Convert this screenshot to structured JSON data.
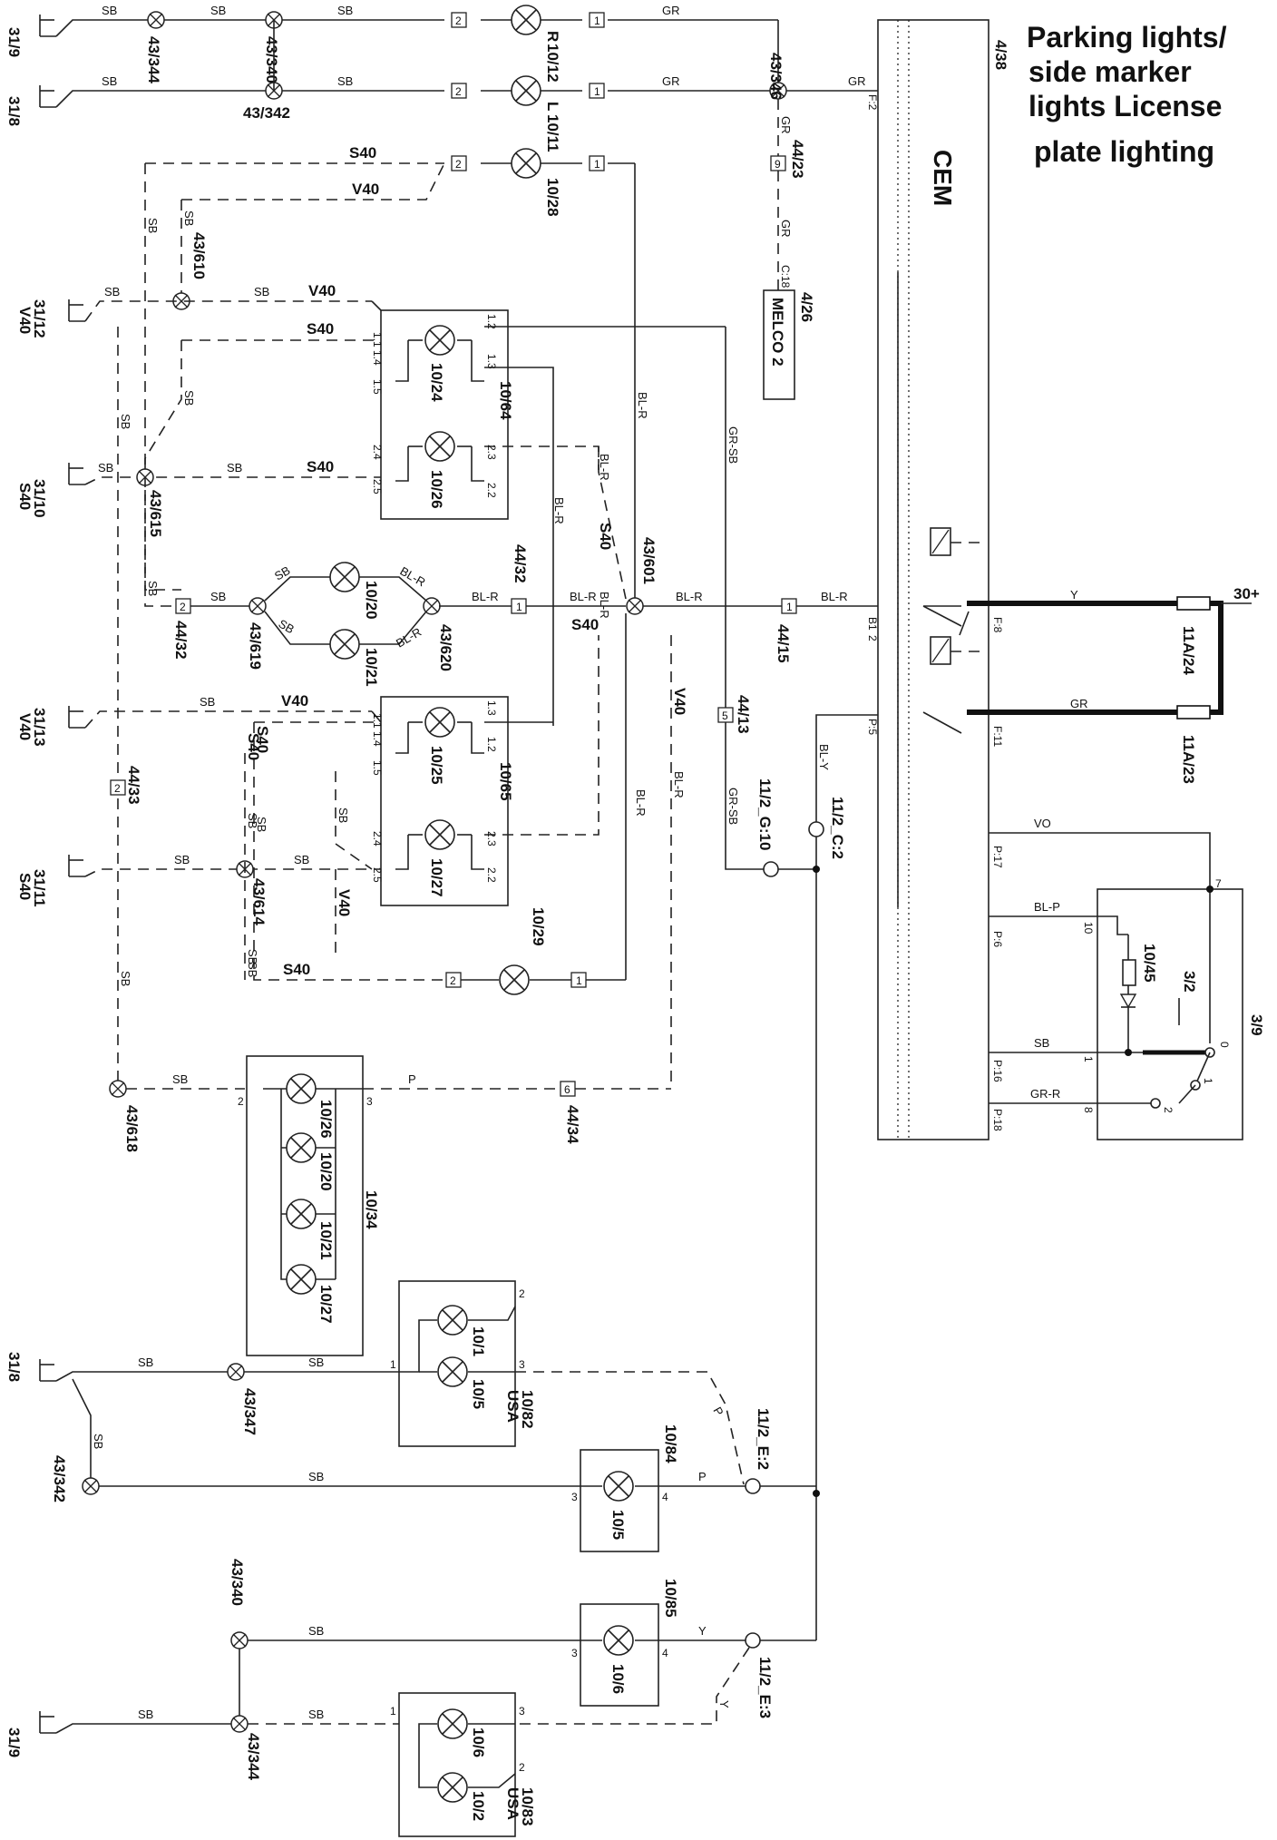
{
  "title_lines": [
    "Parking lights/",
    "side marker",
    "lights License",
    "plate lighting"
  ],
  "cem": {
    "name": "CEM",
    "ref": "4/38"
  },
  "melco": {
    "name": "MELCO 2",
    "ref": "4/26"
  },
  "supply": "30+",
  "switch": "3/2",
  "switch_box": "3/9",
  "led": "10/45",
  "fuses": [
    "11A/24",
    "11A/23"
  ],
  "grounds": [
    "31/9",
    "31/8",
    "31/12",
    "31/10",
    "31/13",
    "31/11",
    "31/8",
    "31/9"
  ],
  "ground_models": [
    "V40",
    "S40",
    "V40",
    "S40"
  ],
  "splices": [
    "43/344",
    "43/340",
    "43/342",
    "43/346",
    "43/610",
    "43/615",
    "43/619",
    "43/620",
    "43/601",
    "43/614",
    "43/618",
    "43/347",
    "43/342",
    "43/340",
    "43/344"
  ],
  "connectors": [
    "44/23",
    "44/32",
    "44/32",
    "44/15",
    "44/13",
    "44/33",
    "44/34",
    "11/2_G:10",
    "11/2_C:2",
    "11/2_E:2",
    "11/2_E:3"
  ],
  "lamps": [
    "10/12",
    "10/11",
    "10/28",
    "10/24",
    "10/26",
    "10/20",
    "10/21",
    "10/25",
    "10/27",
    "10/29",
    "10/26",
    "10/20",
    "10/21",
    "10/27",
    "10/1",
    "10/5",
    "10/5",
    "10/6",
    "10/6",
    "10/2"
  ],
  "lamp_marks": [
    "R",
    "L"
  ],
  "modules": [
    "10/64",
    "10/65",
    "10/34",
    "10/82",
    "10/84",
    "10/85",
    "10/83"
  ],
  "usa": "USA",
  "models": [
    "S40",
    "V40"
  ],
  "wire_colors": [
    "SB",
    "GR",
    "BL-R",
    "GR-SB",
    "BL-Y",
    "Y",
    "P",
    "VO",
    "BL-P",
    "GR-R"
  ],
  "cem_pins": [
    "F:2",
    "C:18",
    "B1",
    "2",
    "P:5",
    "F:8",
    "F:11",
    "P:17",
    "P:6",
    "P:16",
    "P:18"
  ],
  "pins": [
    "1",
    "2",
    "3",
    "4",
    "7",
    "8",
    "10",
    "0",
    "1.1",
    "1.2",
    "1.3",
    "1.4",
    "1.5",
    "2.2",
    "2.3",
    "2.4",
    "2.5"
  ],
  "terminal_numbers": [
    "1",
    "2",
    "5",
    "6",
    "9"
  ]
}
